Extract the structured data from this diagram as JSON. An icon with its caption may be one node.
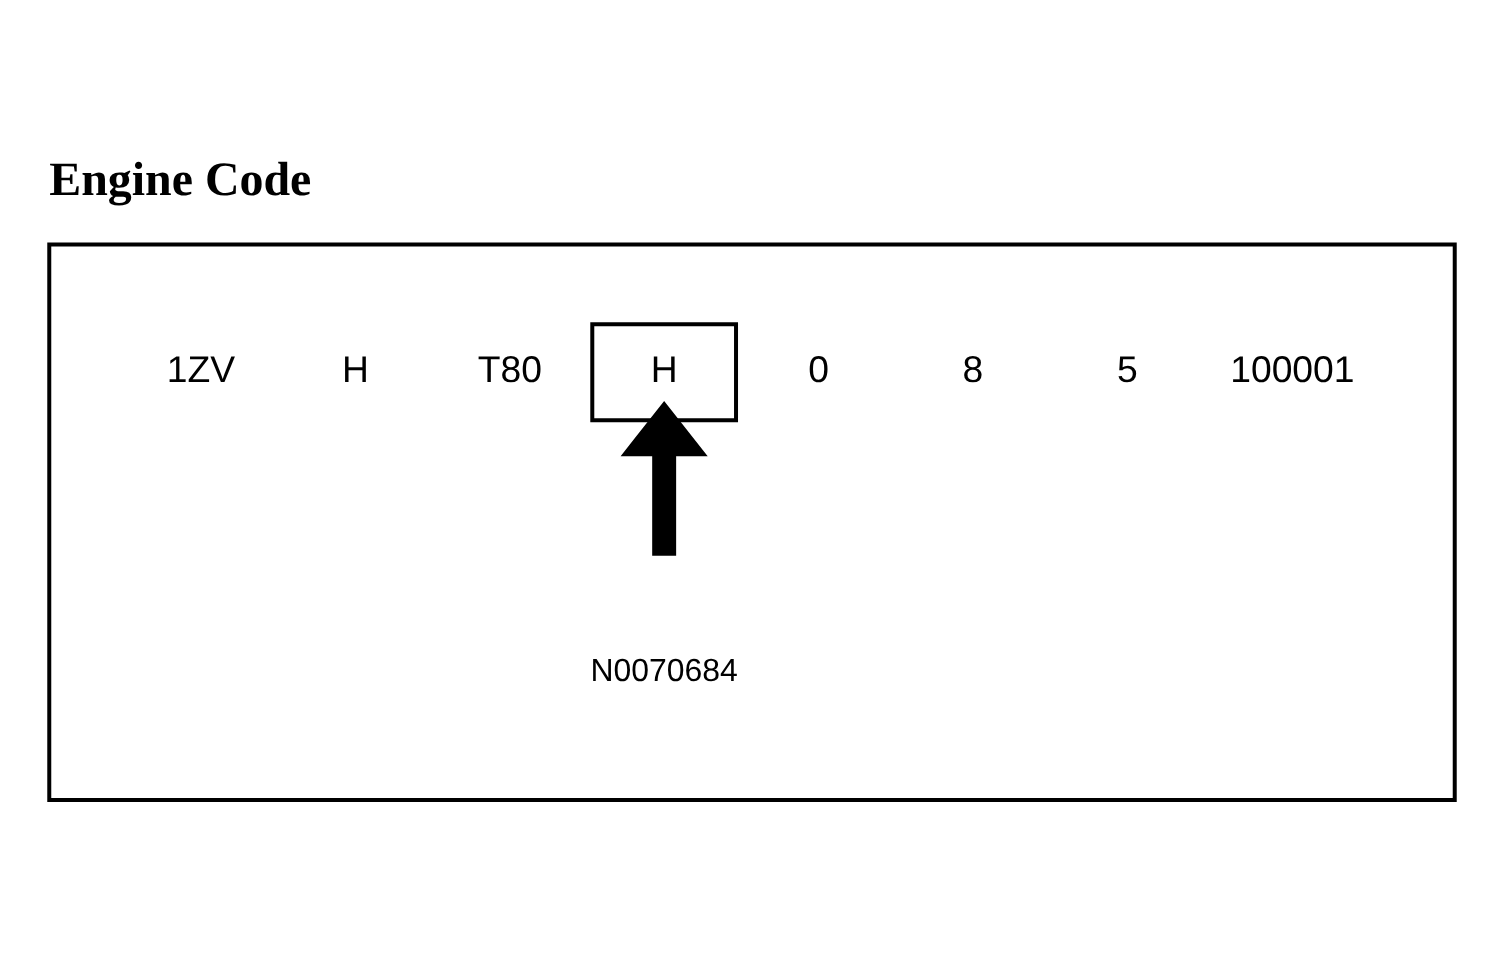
{
  "diagram": {
    "title": "Engine Code",
    "nodes": [
      {
        "text": [],
        "shape": "box"
      },
      {
        "text": [
          "H"
        ],
        "in": 0
      }
    ],
    "edges": [
      {
        "from": null,
        "to": 1,
        "arrow": "to"
      }
    ],
    "labels": [
      "1ZV",
      "H",
      "T80",
      "0",
      "8",
      "5",
      "100001",
      "N0070684"
    ]
  }
}
